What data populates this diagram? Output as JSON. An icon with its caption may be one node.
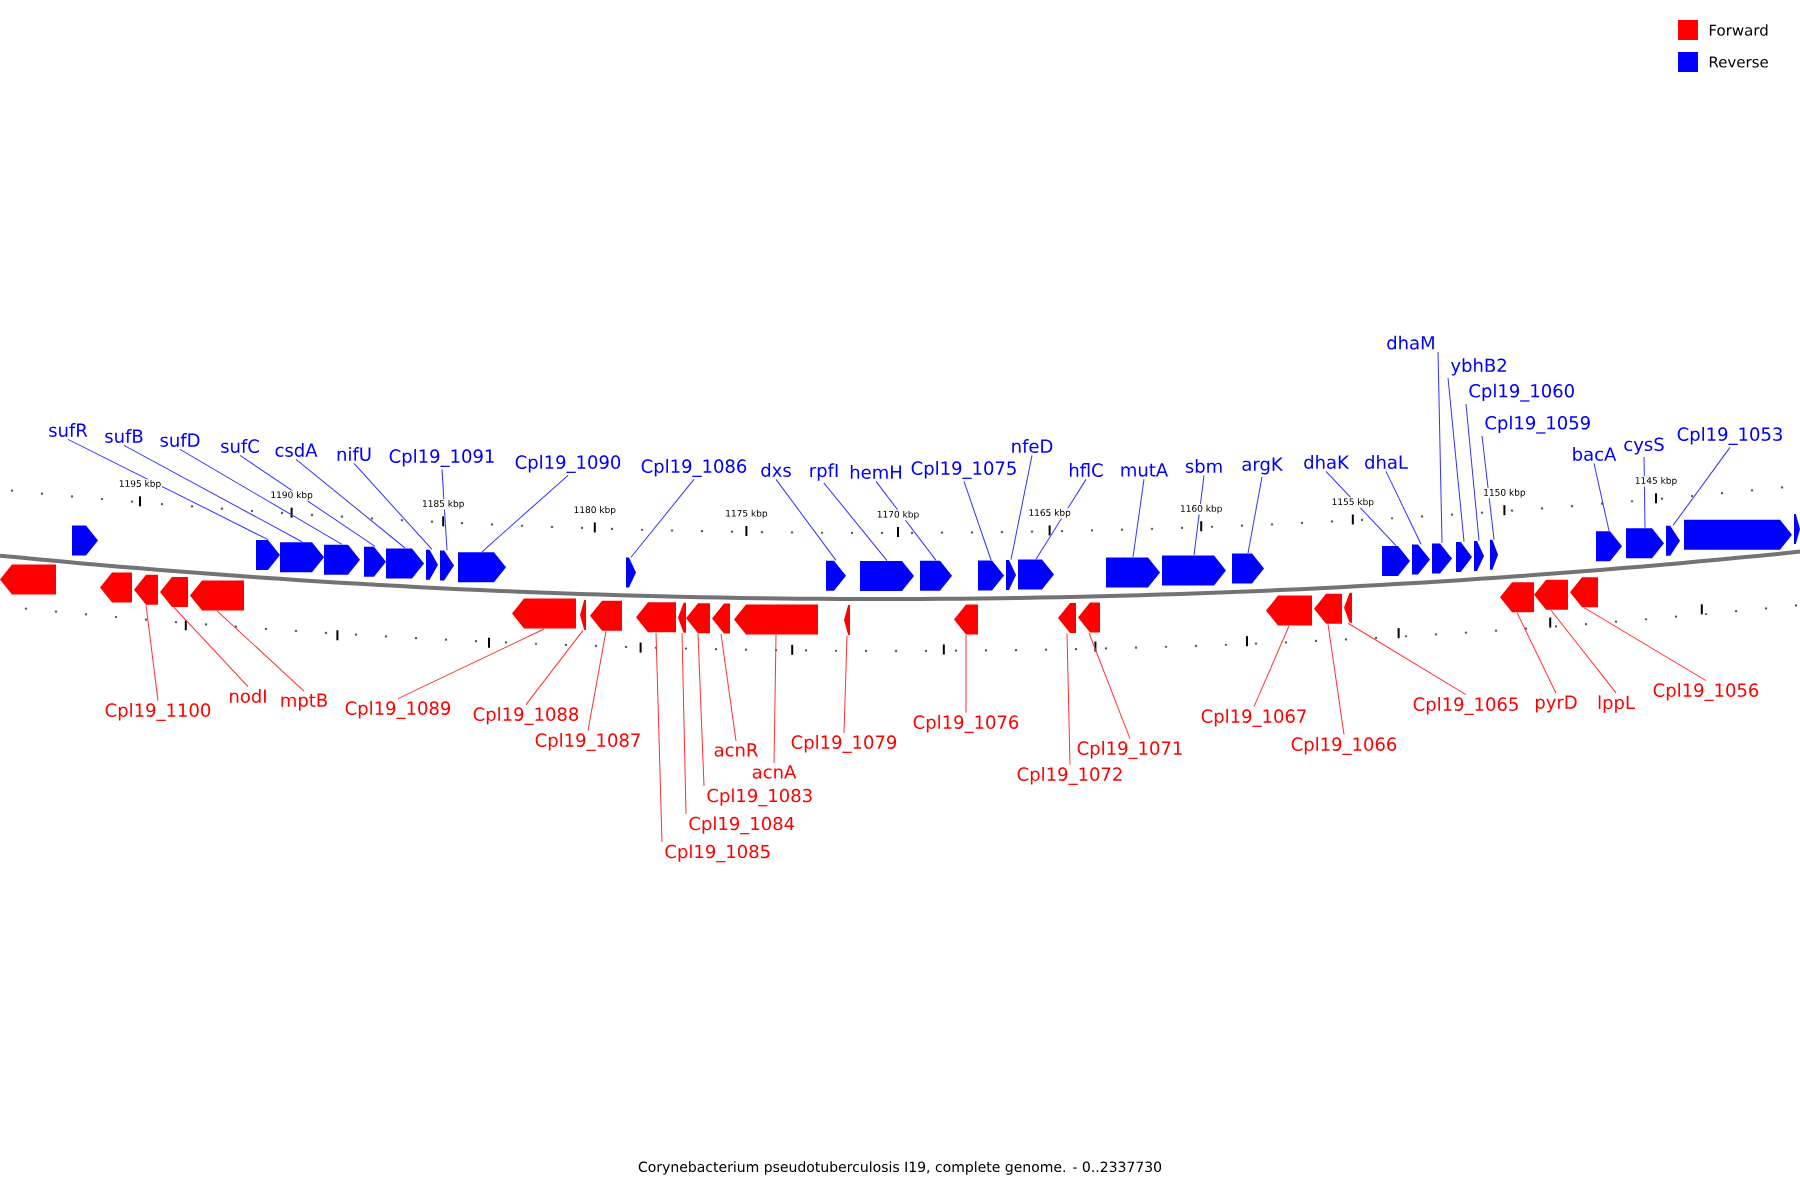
{
  "diagram": {
    "caption": "Corynebacterium pseudotuberculosis I19, complete genome. - 0..2337730",
    "nodes": [
      {
        "text": [
          "sufR"
        ]
      },
      {
        "text": [],
        "shape": "arrow"
      },
      {
        "text": [
          "sufB"
        ]
      },
      {
        "text": [],
        "shape": "arrow"
      },
      {
        "text": [
          "sufD"
        ]
      },
      {
        "text": [],
        "shape": "arrow"
      },
      {
        "text": [
          "sufC"
        ]
      },
      {
        "text": [],
        "shape": "arrow"
      },
      {
        "text": [
          "csdA"
        ]
      },
      {
        "text": [],
        "shape": "arrow"
      },
      {
        "text": [
          "nifU"
        ]
      },
      {
        "text": [],
        "shape": "arrow"
      },
      {
        "text": [
          "Cpl19_1091"
        ]
      },
      {
        "text": [],
        "shape": "arrow"
      },
      {
        "text": [
          "Cpl19_1090"
        ]
      },
      {
        "text": [],
        "shape": "arrow"
      },
      {
        "text": [
          "Cpl19_1086"
        ]
      },
      {
        "text": [],
        "shape": "arrow"
      },
      {
        "text": [
          "dxs"
        ]
      },
      {
        "text": [],
        "shape": "arrow"
      },
      {
        "text": [
          "rpfI"
        ]
      },
      {
        "text": [],
        "shape": "arrow"
      },
      {
        "text": [
          "hemH"
        ]
      },
      {
        "text": [],
        "shape": "arrow"
      },
      {
        "text": [
          "Cpl19_1075"
        ]
      },
      {
        "text": [],
        "shape": "arrow"
      },
      {
        "text": [
          "nfeD"
        ]
      },
      {
        "text": [],
        "shape": "arrow"
      },
      {
        "text": [
          "hflC"
        ]
      },
      {
        "text": [],
        "shape": "arrow"
      },
      {
        "text": [
          "mutA"
        ]
      },
      {
        "text": [],
        "shape": "arrow"
      },
      {
        "text": [
          "sbm"
        ]
      },
      {
        "text": [],
        "shape": "arrow"
      },
      {
        "text": [
          "argK"
        ]
      },
      {
        "text": [],
        "shape": "arrow"
      },
      {
        "text": [
          "dhaK"
        ]
      },
      {
        "text": [],
        "shape": "arrow"
      },
      {
        "text": [
          "dhaL"
        ]
      },
      {
        "text": [],
        "shape": "arrow"
      },
      {
        "text": [
          "dhaM"
        ]
      },
      {
        "text": [],
        "shape": "arrow"
      },
      {
        "text": [
          "ybhB2"
        ]
      },
      {
        "text": [],
        "shape": "arrow"
      },
      {
        "text": [
          "Cpl19_1060"
        ]
      },
      {
        "text": [],
        "shape": "arrow"
      },
      {
        "text": [
          "Cpl19_1059"
        ]
      },
      {
        "text": [],
        "shape": "arrow"
      },
      {
        "text": [
          "bacA"
        ]
      },
      {
        "text": [],
        "shape": "arrow"
      },
      {
        "text": [
          "cysS"
        ]
      },
      {
        "text": [],
        "shape": "arrow"
      },
      {
        "text": [
          "Cpl19_1053"
        ]
      },
      {
        "text": [],
        "shape": "arrow"
      },
      {
        "text": [
          "Cpl19_1100"
        ]
      },
      {
        "text": [],
        "shape": "arrow"
      },
      {
        "text": [
          "nodI"
        ]
      },
      {
        "text": [],
        "shape": "arrow"
      },
      {
        "text": [
          "mptB"
        ]
      },
      {
        "text": [],
        "shape": "arrow"
      },
      {
        "text": [
          "Cpl19_1089"
        ]
      },
      {
        "text": [],
        "shape": "arrow"
      },
      {
        "text": [
          "Cpl19_1088"
        ]
      },
      {
        "text": [],
        "shape": "arrow"
      },
      {
        "text": [
          "Cpl19_1087"
        ]
      },
      {
        "text": [],
        "shape": "arrow"
      },
      {
        "text": [
          "Cpl19_1085"
        ]
      },
      {
        "text": [],
        "shape": "arrow"
      },
      {
        "text": [
          "Cpl19_1084"
        ]
      },
      {
        "text": [],
        "shape": "arrow"
      },
      {
        "text": [
          "Cpl19_1083"
        ]
      },
      {
        "text": [],
        "shape": "arrow"
      },
      {
        "text": [
          "acnR"
        ]
      },
      {
        "text": [],
        "shape": "arrow"
      },
      {
        "text": [
          "acnA"
        ]
      },
      {
        "text": [],
        "shape": "arrow"
      },
      {
        "text": [
          "Cpl19_1079"
        ]
      },
      {
        "text": [],
        "shape": "arrow"
      },
      {
        "text": [
          "Cpl19_1076"
        ]
      },
      {
        "text": [],
        "shape": "arrow"
      },
      {
        "text": [
          "Cpl19_1072"
        ]
      },
      {
        "text": [],
        "shape": "arrow"
      },
      {
        "text": [
          "Cpl19_1071"
        ]
      },
      {
        "text": [],
        "shape": "arrow"
      },
      {
        "text": [
          "Cpl19_1067"
        ]
      },
      {
        "text": [],
        "shape": "arrow"
      },
      {
        "text": [
          "Cpl19_1066"
        ]
      },
      {
        "text": [],
        "shape": "arrow"
      },
      {
        "text": [
          "Cpl19_1065"
        ]
      },
      {
        "text": [],
        "shape": "arrow"
      },
      {
        "text": [
          "pyrD"
        ]
      },
      {
        "text": [],
        "shape": "arrow"
      },
      {
        "text": [
          "lppL"
        ]
      },
      {
        "text": [],
        "shape": "arrow"
      },
      {
        "text": [
          "Cpl19_1056"
        ]
      },
      {
        "text": [],
        "shape": "arrow"
      },
      {
        "text": [],
        "shape": "arrow"
      },
      {
        "text": [],
        "shape": "arrow"
      },
      {
        "text": [],
        "shape": "arrow"
      },
      {
        "text": [],
        "shape": "arrow"
      },
      {
        "text": [],
        "shape": "arrow"
      }
    ],
    "edges": [
      {
        "from": 0,
        "to": 1,
        "arrow": "none"
      },
      {
        "from": 2,
        "to": 3,
        "arrow": "none"
      },
      {
        "from": 4,
        "to": 5,
        "arrow": "none"
      },
      {
        "from": 6,
        "to": 7,
        "arrow": "none"
      },
      {
        "from": 8,
        "to": 9,
        "arrow": "none"
      },
      {
        "from": 10,
        "to": 11,
        "arrow": "none"
      },
      {
        "from": 12,
        "to": 13,
        "arrow": "none"
      },
      {
        "from": 14,
        "to": 15,
        "arrow": "none"
      },
      {
        "from": 16,
        "to": 17,
        "arrow": "none"
      },
      {
        "from": 18,
        "to": 19,
        "arrow": "none"
      },
      {
        "from": 20,
        "to": 21,
        "arrow": "none"
      },
      {
        "from": 22,
        "to": 23,
        "arrow": "none"
      },
      {
        "from": 24,
        "to": 25,
        "arrow": "none"
      },
      {
        "from": 26,
        "to": 27,
        "arrow": "none"
      },
      {
        "from": 28,
        "to": 29,
        "arrow": "none"
      },
      {
        "from": 30,
        "to": 31,
        "arrow": "none"
      },
      {
        "from": 32,
        "to": 33,
        "arrow": "none"
      },
      {
        "from": 34,
        "to": 35,
        "arrow": "none"
      },
      {
        "from": 36,
        "to": 37,
        "arrow": "none"
      },
      {
        "from": 38,
        "to": 39,
        "arrow": "none"
      },
      {
        "from": 40,
        "to": 41,
        "arrow": "none"
      },
      {
        "from": 42,
        "to": 43,
        "arrow": "none"
      },
      {
        "from": 44,
        "to": 45,
        "arrow": "none"
      },
      {
        "from": 46,
        "to": 47,
        "arrow": "none"
      },
      {
        "from": 48,
        "to": 49,
        "arrow": "none"
      },
      {
        "from": 50,
        "to": 51,
        "arrow": "none"
      },
      {
        "from": 52,
        "to": 53,
        "arrow": "none"
      },
      {
        "from": 54,
        "to": 55,
        "arrow": "none",
        "color": "#ff3333"
      },
      {
        "from": 56,
        "to": 57,
        "arrow": "none",
        "color": "#ff3333"
      },
      {
        "from": 58,
        "to": 59,
        "arrow": "none",
        "color": "#ff3333"
      },
      {
        "from": 60,
        "to": 61,
        "arrow": "none",
        "color": "#ff3333"
      },
      {
        "from": 62,
        "to": 63,
        "arrow": "none",
        "color": "#ff3333"
      },
      {
        "from": 64,
        "to": 65,
        "arrow": "none",
        "color": "#ff3333"
      },
      {
        "from": 66,
        "to": 67,
        "arrow": "none",
        "color": "#ff3333"
      },
      {
        "from": 68,
        "to": 69,
        "arrow": "none",
        "color": "#ff3333"
      },
      {
        "from": 70,
        "to": 71,
        "arrow": "none",
        "color": "#ff3333"
      },
      {
        "from": 72,
        "to": 73,
        "arrow": "none",
        "color": "#ff3333"
      },
      {
        "from": 74,
        "to": 75,
        "arrow": "none",
        "color": "#ff3333"
      },
      {
        "from": 76,
        "to": 77,
        "arrow": "none",
        "color": "#ff3333"
      },
      {
        "from": 78,
        "to": 79,
        "arrow": "none",
        "color": "#ff3333"
      },
      {
        "from": 80,
        "to": 81,
        "arrow": "none",
        "color": "#ff3333"
      },
      {
        "from": 82,
        "to": 83,
        "arrow": "none",
        "color": "#ff3333"
      },
      {
        "from": 84,
        "to": 85,
        "arrow": "none",
        "color": "#ff3333"
      },
      {
        "from": 86,
        "to": 87,
        "arrow": "none",
        "color": "#ff3333"
      },
      {
        "from": 88,
        "to": 89,
        "arrow": "none",
        "color": "#ff3333"
      },
      {
        "from": 90,
        "to": 91,
        "arrow": "none",
        "color": "#ff3333"
      },
      {
        "from": 92,
        "to": 93,
        "arrow": "none",
        "color": "#ff3333"
      },
      {
        "from": 94,
        "to": 95,
        "arrow": "none",
        "color": "#ff3333"
      }
    ],
    "labels": [
      "1195 kbp",
      "1190 kbp",
      "1185 kbp",
      "1180 kbp",
      "1175 kbp",
      "1170 kbp",
      "1165 kbp",
      "1160 kbp",
      "1155 kbp",
      "1150 kbp",
      "1145 kbp"
    ],
    "legend": [
      {
        "text": "Forward",
        "color": "#ff0000"
      },
      {
        "text": "Reverse",
        "color": "#0000ff"
      }
    ]
  }
}
